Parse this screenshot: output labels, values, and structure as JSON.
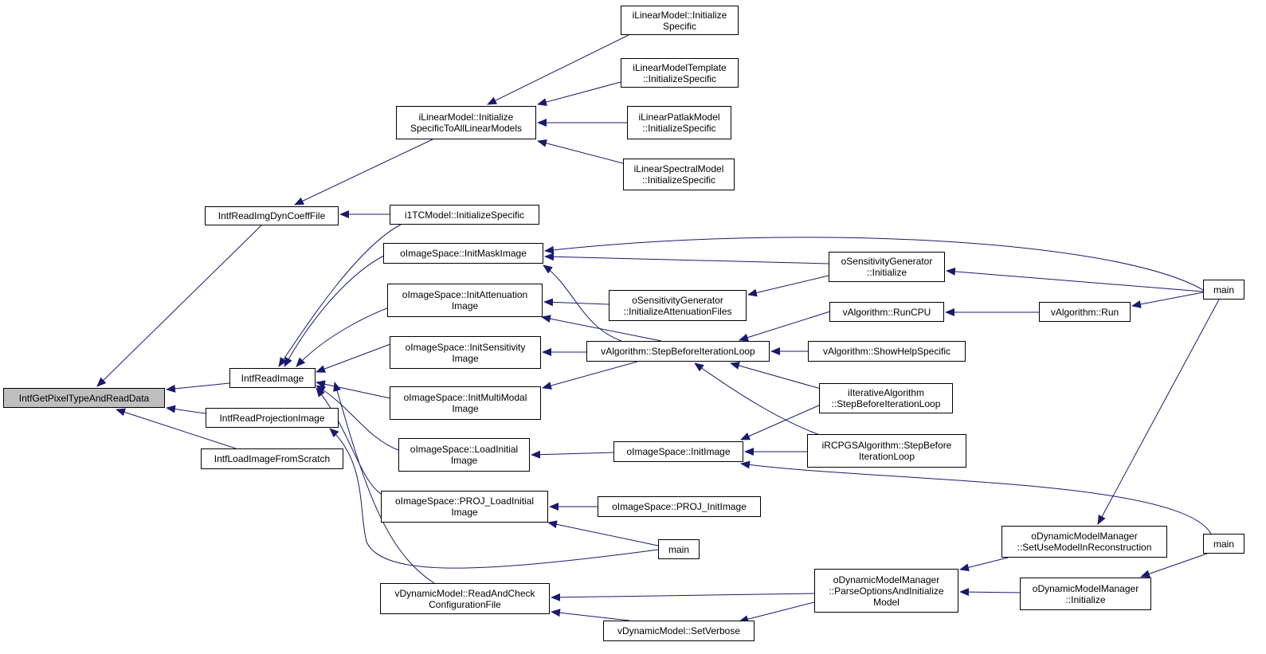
{
  "diagram": {
    "edge_color": "#191970",
    "root_fill": "#bfbfbf",
    "nodes": [
      {
        "id": "root",
        "lines": [
          "IntfGetPixelTypeAndReadData"
        ]
      },
      {
        "id": "readImgDyn",
        "lines": [
          "IntfReadImgDynCoeffFile"
        ]
      },
      {
        "id": "readImage",
        "lines": [
          "IntfReadImage"
        ]
      },
      {
        "id": "readProj",
        "lines": [
          "IntfReadProjectionImage"
        ]
      },
      {
        "id": "loadScratch",
        "lines": [
          "IntfLoadImageFromScratch"
        ]
      },
      {
        "id": "linInitAll",
        "lines": [
          "iLinearModel::Initialize",
          "SpecificToAllLinearModels"
        ]
      },
      {
        "id": "i1tc",
        "lines": [
          "i1TCModel::InitializeSpecific"
        ]
      },
      {
        "id": "linInitSpec",
        "lines": [
          "iLinearModel::Initialize",
          "Specific"
        ]
      },
      {
        "id": "linTemplate",
        "lines": [
          "iLinearModelTemplate",
          "::InitializeSpecific"
        ]
      },
      {
        "id": "linPatlak",
        "lines": [
          "iLinearPatlakModel",
          "::InitializeSpecific"
        ]
      },
      {
        "id": "linSpectral",
        "lines": [
          "iLinearSpectralModel",
          "::InitializeSpecific"
        ]
      },
      {
        "id": "initMask",
        "lines": [
          "oImageSpace::InitMaskImage"
        ]
      },
      {
        "id": "initAtten",
        "lines": [
          "oImageSpace::InitAttenuation",
          "Image"
        ]
      },
      {
        "id": "initSens",
        "lines": [
          "oImageSpace::InitSensitivity",
          "Image"
        ]
      },
      {
        "id": "initMulti",
        "lines": [
          "oImageSpace::InitMultiModal",
          "Image"
        ]
      },
      {
        "id": "loadInitial",
        "lines": [
          "oImageSpace::LoadInitial",
          "Image"
        ]
      },
      {
        "id": "projLoadInitial",
        "lines": [
          "oImageSpace::PROJ_LoadInitial",
          "Image"
        ]
      },
      {
        "id": "readAndCheck",
        "lines": [
          "vDynamicModel::ReadAndCheck",
          "ConfigurationFile"
        ]
      },
      {
        "id": "sensInitAtten",
        "lines": [
          "oSensitivityGenerator",
          "::InitializeAttenuationFiles"
        ]
      },
      {
        "id": "sensInit",
        "lines": [
          "oSensitivityGenerator",
          "::Initialize"
        ]
      },
      {
        "id": "stepBefore",
        "lines": [
          "vAlgorithm::StepBeforeIterationLoop"
        ]
      },
      {
        "id": "initImage",
        "lines": [
          "oImageSpace::InitImage"
        ]
      },
      {
        "id": "projInitImage",
        "lines": [
          "oImageSpace::PROJ_InitImage"
        ]
      },
      {
        "id": "mainMid",
        "lines": [
          "main"
        ]
      },
      {
        "id": "setVerbose",
        "lines": [
          "vDynamicModel::SetVerbose"
        ]
      },
      {
        "id": "runCPU",
        "lines": [
          "vAlgorithm::RunCPU"
        ]
      },
      {
        "id": "showHelp",
        "lines": [
          "vAlgorithm::ShowHelpSpecific"
        ]
      },
      {
        "id": "iterStep",
        "lines": [
          "iIterativeAlgorithm",
          "::StepBeforeIterationLoop"
        ]
      },
      {
        "id": "rcpgsStep",
        "lines": [
          "iRCPGSAlgorithm::StepBefore",
          "IterationLoop"
        ]
      },
      {
        "id": "parseOpts",
        "lines": [
          "oDynamicModelManager",
          "::ParseOptionsAndInitialize",
          "Model"
        ]
      },
      {
        "id": "run",
        "lines": [
          "vAlgorithm::Run"
        ]
      },
      {
        "id": "setUseModel",
        "lines": [
          "oDynamicModelManager",
          "::SetUseModelInReconstruction"
        ]
      },
      {
        "id": "dmmInit",
        "lines": [
          "oDynamicModelManager",
          "::Initialize"
        ]
      },
      {
        "id": "mainTop",
        "lines": [
          "main"
        ]
      },
      {
        "id": "mainBottom",
        "lines": [
          "main"
        ]
      }
    ],
    "edges": [
      [
        "readImgDyn",
        "root"
      ],
      [
        "readImage",
        "root"
      ],
      [
        "readProj",
        "root"
      ],
      [
        "loadScratch",
        "root"
      ],
      [
        "linInitAll",
        "readImgDyn"
      ],
      [
        "i1tc",
        "readImgDyn"
      ],
      [
        "linInitSpec",
        "linInitAll"
      ],
      [
        "linTemplate",
        "linInitAll"
      ],
      [
        "linPatlak",
        "linInitAll"
      ],
      [
        "linSpectral",
        "linInitAll"
      ],
      [
        "i1tc",
        "readImage"
      ],
      [
        "initMask",
        "readImage"
      ],
      [
        "initAtten",
        "readImage"
      ],
      [
        "initSens",
        "readImage"
      ],
      [
        "initMulti",
        "readImage"
      ],
      [
        "loadInitial",
        "readImage"
      ],
      [
        "projLoadInitial",
        "readImage"
      ],
      [
        "readAndCheck",
        "readImage"
      ],
      [
        "mainMid",
        "readProj"
      ],
      [
        "mainTop",
        "initMask"
      ],
      [
        "sensInit",
        "initMask"
      ],
      [
        "stepBefore",
        "initMask"
      ],
      [
        "sensInitAtten",
        "initAtten"
      ],
      [
        "stepBefore",
        "initAtten"
      ],
      [
        "stepBefore",
        "initSens"
      ],
      [
        "stepBefore",
        "initMulti"
      ],
      [
        "initImage",
        "loadInitial"
      ],
      [
        "projInitImage",
        "projLoadInitial"
      ],
      [
        "mainMid",
        "projLoadInitial"
      ],
      [
        "parseOpts",
        "readAndCheck"
      ],
      [
        "setVerbose",
        "readAndCheck"
      ],
      [
        "sensInit",
        "sensInitAtten"
      ],
      [
        "mainTop",
        "sensInit"
      ],
      [
        "runCPU",
        "stepBefore"
      ],
      [
        "showHelp",
        "stepBefore"
      ],
      [
        "iterStep",
        "stepBefore"
      ],
      [
        "rcpgsStep",
        "stepBefore"
      ],
      [
        "iterStep",
        "initImage"
      ],
      [
        "rcpgsStep",
        "initImage"
      ],
      [
        "mainBottom",
        "initImage"
      ],
      [
        "run",
        "runCPU"
      ],
      [
        "mainTop",
        "run"
      ],
      [
        "parseOpts",
        "setVerbose"
      ],
      [
        "setUseModel",
        "parseOpts"
      ],
      [
        "dmmInit",
        "parseOpts"
      ],
      [
        "mainTop",
        "setUseModel"
      ],
      [
        "mainBottom",
        "dmmInit"
      ]
    ]
  }
}
